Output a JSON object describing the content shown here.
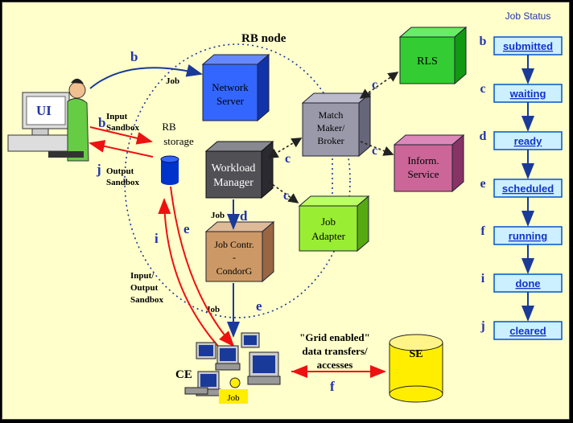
{
  "diagram": {
    "rb_node_label": "RB node",
    "ui_label": "UI",
    "rb_storage": [
      "RB",
      "storage"
    ],
    "input_sandbox": [
      "Input",
      "Sandbox"
    ],
    "output_sandbox": [
      "Output",
      "Sandbox"
    ],
    "io_sandbox": [
      "Input/",
      "Output",
      "Sandbox"
    ],
    "job_label": "Job",
    "network_server": [
      "Network",
      "Server"
    ],
    "match_maker": [
      "Match",
      "Maker/",
      "Broker"
    ],
    "workload_manager": [
      "Workload",
      "Manager"
    ],
    "rls": "RLS",
    "inform_service": [
      "Inform.",
      "Service"
    ],
    "job_adapter": [
      "Job",
      "Adapter"
    ],
    "job_contr": [
      "Job Contr.",
      "-",
      "CondorG"
    ],
    "ce_label": "CE",
    "se_label": "SE",
    "grid_text": [
      "\"Grid enabled\"",
      "data transfers/",
      "accesses"
    ],
    "letters": {
      "b_top": "b",
      "b_ui": "b",
      "j_ui": "j",
      "c_rls": "c",
      "c_inform": "c",
      "c_wm": "c",
      "c_adapter": "c",
      "d": "d",
      "e_left": "e",
      "e_down": "e",
      "i": "i",
      "f": "f"
    }
  },
  "job_status": {
    "title": "Job Status",
    "states": [
      {
        "letter": "b",
        "label": "submitted"
      },
      {
        "letter": "c",
        "label": "waiting"
      },
      {
        "letter": "d",
        "label": "ready"
      },
      {
        "letter": "e",
        "label": "scheduled"
      },
      {
        "letter": "f",
        "label": "running"
      },
      {
        "letter": "i",
        "label": "done"
      },
      {
        "letter": "j",
        "label": "cleared"
      }
    ]
  },
  "colors": {
    "background": "#ffffcc",
    "blue_box": "#3366ff",
    "grey_box": "#9999aa",
    "dark_box": "#505055",
    "green_box": "#33cc33",
    "pink_box": "#cc6699",
    "lime_box": "#99ee33",
    "tan_box": "#cc9966",
    "letter_blue": "#2233aa",
    "arrow_red": "#ee1111",
    "status_fill": "#ccf0ff",
    "status_border": "#0055cc",
    "se_yellow": "#ffee00"
  }
}
